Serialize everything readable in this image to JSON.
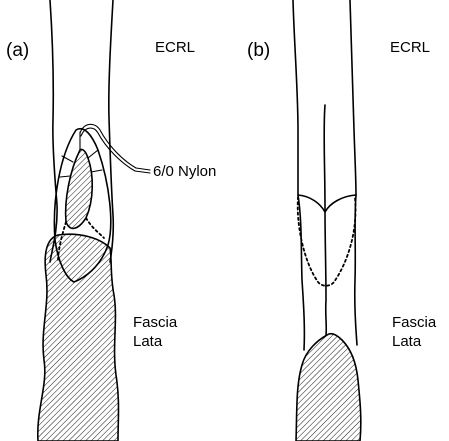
{
  "panels": {
    "a": {
      "letter": "(a)",
      "top_label": "ECRL",
      "suture_label": "6/0 Nylon",
      "lower_label_line1": "Fascia",
      "lower_label_line2": "Lata"
    },
    "b": {
      "letter": "(b)",
      "top_label": "ECRL",
      "lower_label_line1": "Fascia",
      "lower_label_line2": "Lata"
    }
  },
  "colors": {
    "ink": "#000000",
    "paper": "#ffffff"
  }
}
